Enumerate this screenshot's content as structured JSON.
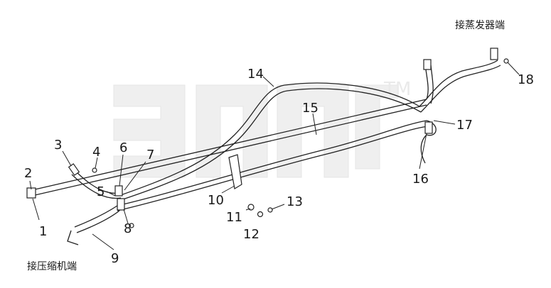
{
  "watermark": {
    "text": "элгР",
    "trademark": "TM"
  },
  "captions": {
    "evaporator_end": "接蒸发器端",
    "compressor_end": "接压缩机端"
  },
  "callouts": [
    "1",
    "2",
    "3",
    "4",
    "5",
    "6",
    "7",
    "8",
    "9",
    "10",
    "11",
    "12",
    "13",
    "14",
    "15",
    "16",
    "17",
    "18"
  ]
}
